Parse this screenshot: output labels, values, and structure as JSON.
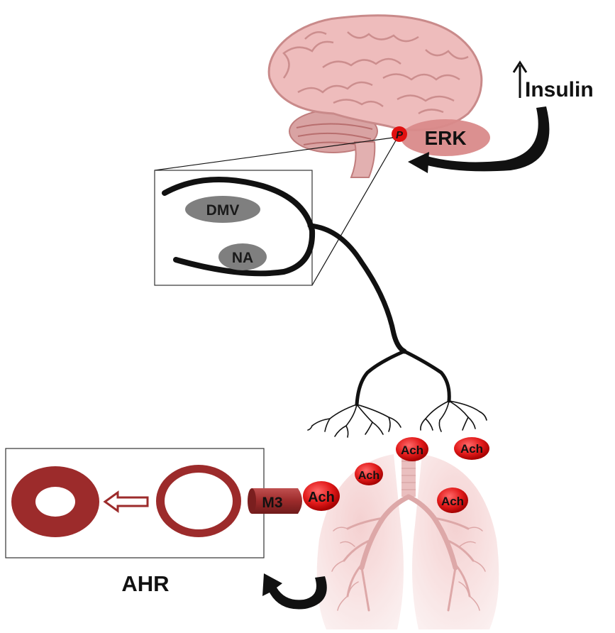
{
  "labels": {
    "insulin": "Insulin",
    "erk": "ERK",
    "p": "P",
    "dmv": "DMV",
    "na": "NA",
    "m3": "M3",
    "ahr": "AHR",
    "ach": [
      "Ach",
      "Ach",
      "Ach",
      "Ach",
      "Ach"
    ]
  },
  "colors": {
    "brain": "#e8b4b4",
    "brain_outline": "#c98a8a",
    "erk_fill": "#d98a8a",
    "phospho": "#e01010",
    "ach_fill": "#e21b1b",
    "nucleus": "#7f7f7f",
    "nerve": "#111111",
    "airway": "#9c2b2b",
    "lung": "#f6dada",
    "bronchi": "#d89a9a"
  }
}
